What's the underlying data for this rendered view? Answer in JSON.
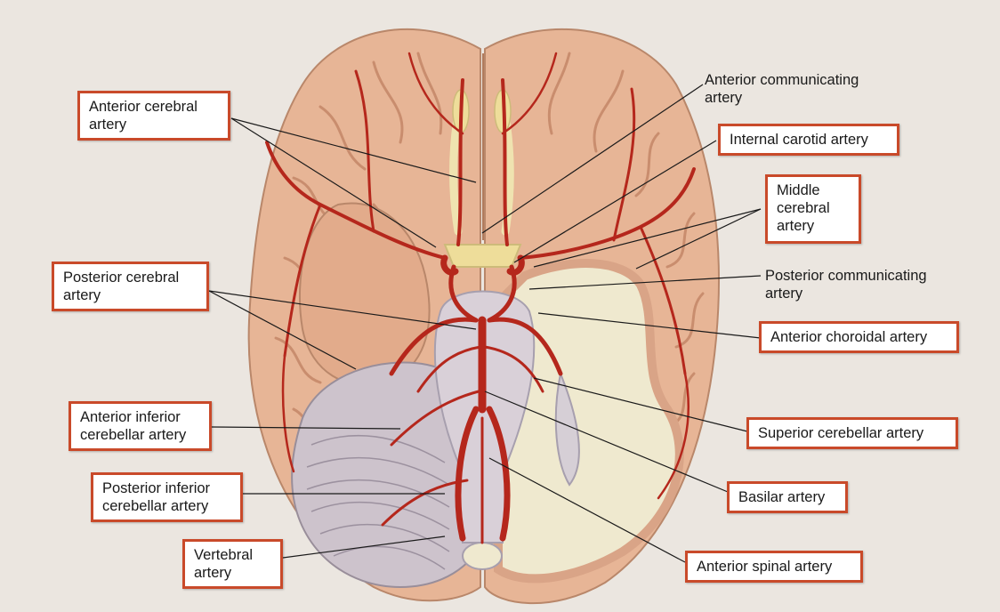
{
  "labels": {
    "anterior_cerebral": "Anterior cerebral\nartery",
    "posterior_cerebral": "Posterior cerebral\nartery",
    "anterior_inferior_cerebellar": "Anterior inferior\ncerebellar artery",
    "posterior_inferior_cerebellar": "Posterior inferior\ncerebellar artery",
    "vertebral": "Vertebral\nartery",
    "anterior_communicating": "Anterior communicating\nartery",
    "internal_carotid": "Internal carotid artery",
    "middle_cerebral": "Middle\ncerebral\nartery",
    "posterior_communicating": "Posterior communicating\nartery",
    "anterior_choroidal": "Anterior choroidal artery",
    "superior_cerebellar": "Superior cerebellar artery",
    "basilar": "Basilar artery",
    "anterior_spinal": "Anterior spinal artery"
  },
  "colors": {
    "background": "#ebe6e0",
    "cortex": "#e7b596",
    "sulcus": "#c98d6e",
    "artery": "#b5271c",
    "cerebellum": "#cdc3cc",
    "cut_section": "#efe9cf",
    "cut_outline": "#d9a487",
    "label_border": "#c94a2a"
  }
}
